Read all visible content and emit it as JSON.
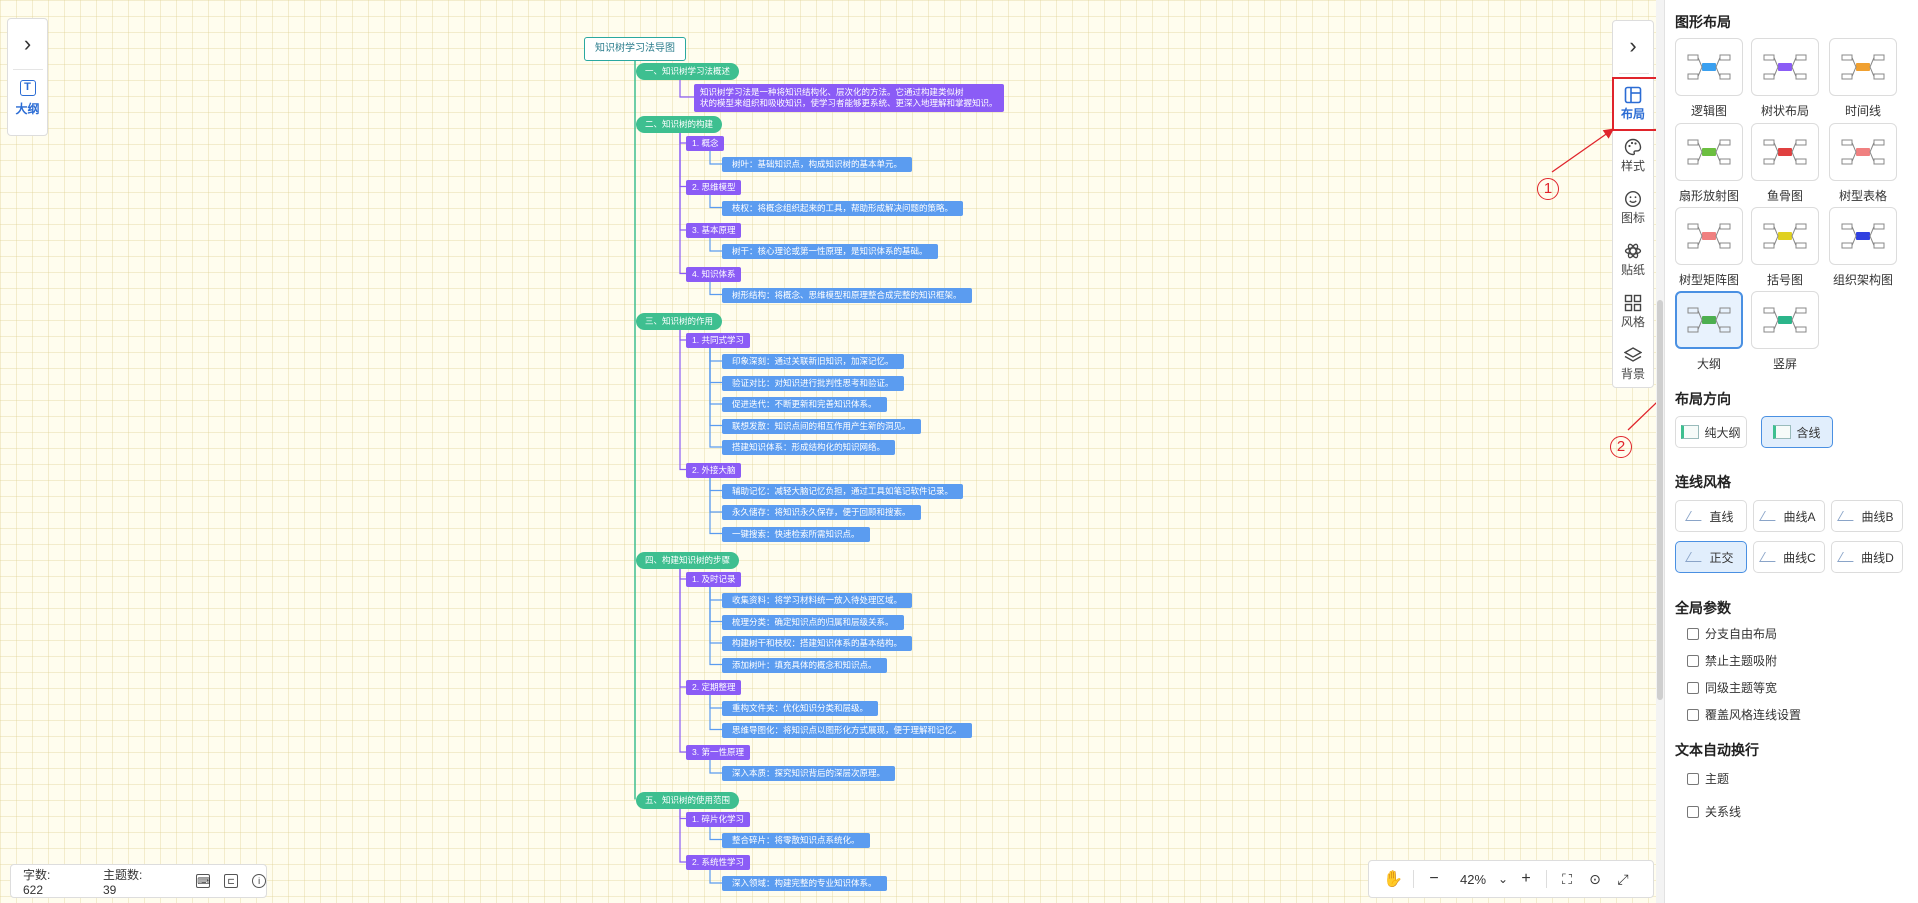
{
  "left_panel": {
    "label": "大纲",
    "icon": "outline-icon",
    "expand_icon": "chevron-right-icon"
  },
  "mindmap": {
    "root": "知识树学习法导图",
    "sections": [
      {
        "title": "一、知识树学习法概述",
        "note": [
          "知识树学习法是一种将知识结构化、层次化的方法。它通过构建类似树",
          "状的模型来组织和吸收知识，使学习者能够更系统、更深入地理解和掌握知识。"
        ]
      },
      {
        "title": "二、知识树的构建",
        "items": [
          {
            "label": "1. 概念",
            "children": [
              "树叶：基础知识点，构成知识树的基本单元。"
            ]
          },
          {
            "label": "2. 思维模型",
            "children": [
              "枝权：将概念组织起来的工具，帮助形成解决问题的策略。"
            ]
          },
          {
            "label": "3. 基本原理",
            "children": [
              "树干：核心理论或第一性原理，是知识体系的基础。"
            ]
          },
          {
            "label": "4. 知识体系",
            "children": [
              "树形结构：将概念、思维模型和原理整合成完整的知识框架。"
            ]
          }
        ]
      },
      {
        "title": "三、知识树的作用",
        "items": [
          {
            "label": "1. 共同式学习",
            "children": [
              "印象深刻：通过关联新旧知识，加深记忆。",
              "验证对比：对知识进行批判性思考和验证。",
              "促进迭代：不断更新和完善知识体系。",
              "联想发散：知识点间的相互作用产生新的洞见。",
              "搭建知识体系：形成结构化的知识网络。"
            ]
          },
          {
            "label": "2. 外接大脑",
            "children": [
              "辅助记忆：减轻大脑记忆负担，通过工具如笔记软件记录。",
              "永久储存：将知识永久保存，便于回顾和搜索。",
              "一键搜索：快速检索所需知识点。"
            ]
          }
        ]
      },
      {
        "title": "四、构建知识树的步骤",
        "items": [
          {
            "label": "1. 及时记录",
            "children": [
              "收集资料：将学习材料统一放入待处理区域。",
              "梳理分类：确定知识点的归属和层级关系。",
              "构建树干和枝权：搭建知识体系的基本结构。",
              "添加树叶：填充具体的概念和知识点。"
            ]
          },
          {
            "label": "2. 定期整理",
            "children": [
              "重构文件夹：优化知识分类和层级。",
              "思维导图化：将知识点以图形化方式展现，便于理解和记忆。"
            ]
          },
          {
            "label": "3. 第一性原理",
            "children": [
              "深入本质：探究知识背后的深层次原理。"
            ]
          }
        ]
      },
      {
        "title": "五、知识树的使用范围",
        "items": [
          {
            "label": "1. 碎片化学习",
            "children": [
              "整合碎片：将零散知识点系统化。"
            ]
          },
          {
            "label": "2. 系统性学习",
            "children": [
              "深入领域：构建完整的专业知识体系。"
            ]
          }
        ]
      }
    ]
  },
  "toolbar": {
    "expand_icon": "chevron-right-icon",
    "items": [
      {
        "label": "布局",
        "icon": "layout-icon",
        "active": true
      },
      {
        "label": "样式",
        "icon": "palette-icon",
        "active": false
      },
      {
        "label": "图标",
        "icon": "smiley-icon",
        "active": false
      },
      {
        "label": "贴纸",
        "icon": "sticker-icon",
        "active": false
      },
      {
        "label": "风格",
        "icon": "grid-icon",
        "active": false
      },
      {
        "label": "背景",
        "icon": "layers-icon",
        "active": false
      }
    ]
  },
  "annotations": {
    "marker1": "1",
    "marker2": "2",
    "color": "#e0242b"
  },
  "panel": {
    "layout_title": "图形布局",
    "layouts": [
      "逻辑图",
      "树状布局",
      "时间线",
      "扇形放射图",
      "鱼骨图",
      "树型表格",
      "树型矩阵图",
      "括号图",
      "组织架构图",
      "大纲",
      "竖屏"
    ],
    "selected_layout": "大纲",
    "direction_title": "布局方向",
    "directions": [
      "纯大纲",
      "含线"
    ],
    "selected_direction": "含线",
    "line_style_title": "连线风格",
    "line_styles": [
      "直线",
      "曲线A",
      "曲线B",
      "正交",
      "曲线C",
      "曲线D"
    ],
    "selected_line_style": "正交",
    "global_title": "全局参数",
    "global_options": [
      "分支自由布局",
      "禁止主题吸附",
      "同级主题等宽",
      "覆盖风格连线设置"
    ],
    "wrap_title": "文本自动换行",
    "wrap_options": [
      "主题",
      "关系线"
    ]
  },
  "status": {
    "word_count": "字数: 622",
    "topic_count": "主题数: 39"
  },
  "zoom": {
    "level": "42%",
    "caret": "⌄"
  },
  "colors": {
    "accent": "#2b6cd4",
    "level1": "#3ebf90",
    "level2": "#8b5cf6",
    "level3": "#5b9cf0"
  }
}
